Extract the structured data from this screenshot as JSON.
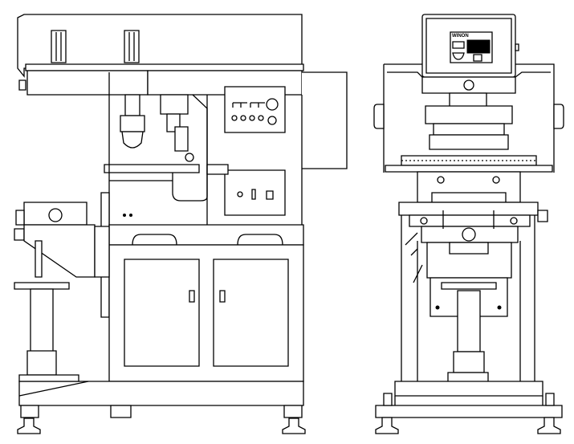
{
  "drawing": {
    "views": [
      "side-view",
      "front-view"
    ],
    "control_panel_logo": "WINON"
  },
  "colors": {
    "line": "#000000",
    "background": "#ffffff"
  }
}
